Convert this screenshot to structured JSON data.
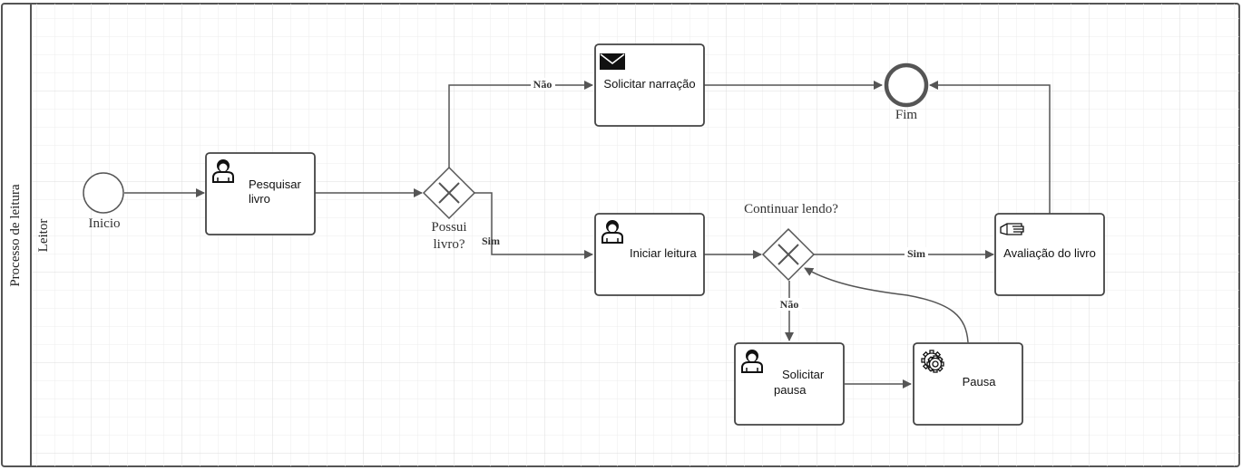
{
  "pool": {
    "label": "Processo de leitura"
  },
  "lane": {
    "label": "Leitor"
  },
  "events": {
    "start": {
      "label": "Inicio"
    },
    "end": {
      "label": "Fim"
    }
  },
  "tasks": {
    "pesquisar": {
      "line1": "Pesquisar",
      "line2": "livro",
      "icon": "user-icon"
    },
    "narracao": {
      "line1": "Solicitar narração",
      "icon": "envelope-icon"
    },
    "iniciar": {
      "line1": "Iniciar leitura",
      "icon": "user-icon"
    },
    "avaliacao": {
      "line1": "Avaliação do livro",
      "icon": "manual-hand-icon"
    },
    "solicitar_pausa": {
      "line1": "Solicitar",
      "line2": "pausa",
      "icon": "user-icon"
    },
    "pausa": {
      "line1": "Pausa",
      "icon": "gear-icon"
    }
  },
  "gateways": {
    "possui": {
      "line1": "Possui",
      "line2": "livro?"
    },
    "continuar": {
      "line1": "Continuar lendo?"
    }
  },
  "edge_labels": {
    "nao_top": "Não",
    "sim_left": "Sim",
    "sim_right": "Sim",
    "nao_down": "Não"
  }
}
